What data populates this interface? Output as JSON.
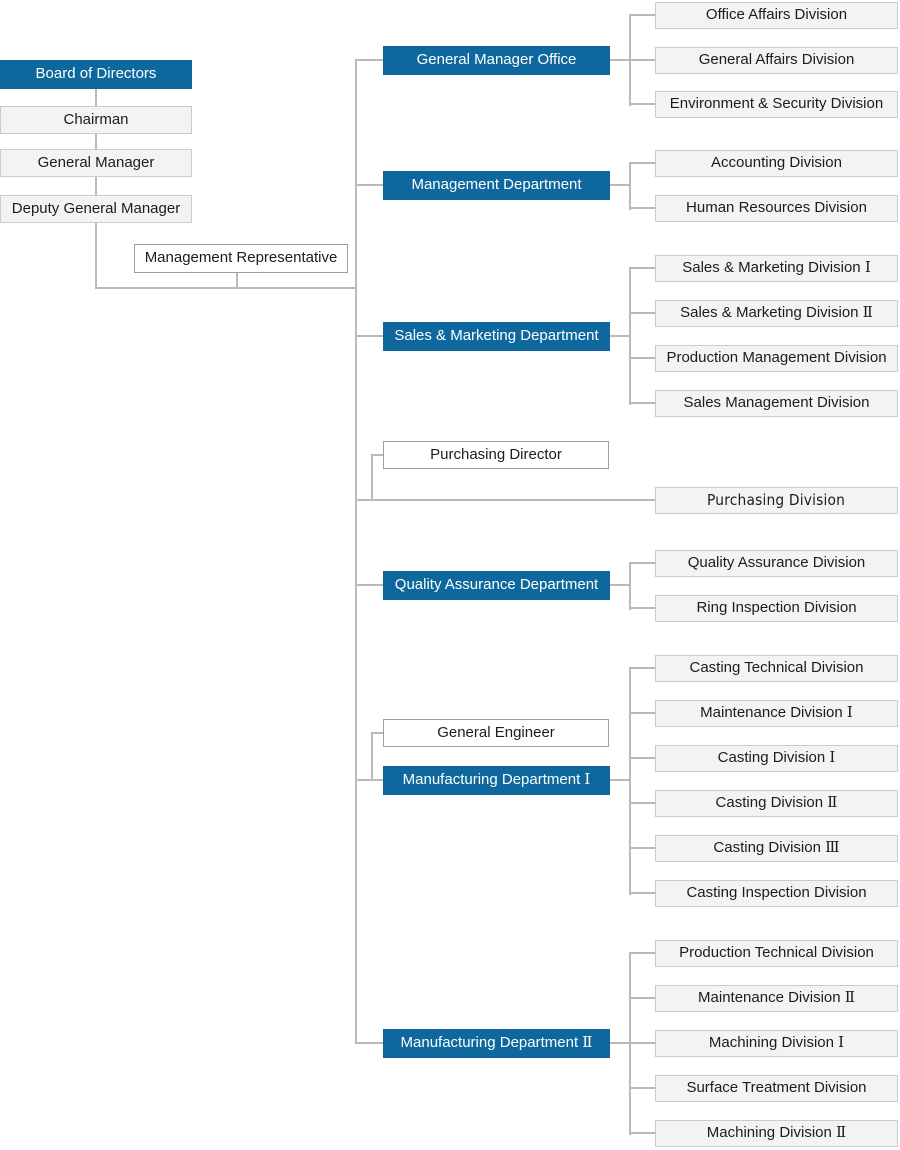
{
  "colors": {
    "primary": "#0E689D",
    "box_fill": "#F1F3F5",
    "box_border": "#C9CCCE",
    "white_box_border": "#9BA0A3",
    "line": "#B9BABC",
    "text_dark": "#1C1C1C",
    "text_light": "#FFFFFF"
  },
  "hierarchy": {
    "board": {
      "label": "Board of Directors"
    },
    "chairman": {
      "label": "Chairman"
    },
    "general_manager": {
      "label": "General Manager"
    },
    "deputy_general_manager": {
      "label": "Deputy General Manager"
    },
    "management_representative": {
      "label": "Management Representative"
    }
  },
  "departments": [
    {
      "label": "General Manager Office",
      "divisions": [
        "Office Affairs Division",
        "General Affairs Division",
        "Environment & Security Division"
      ]
    },
    {
      "label": "Management Department",
      "divisions": [
        "Accounting Division",
        "Human Resources Division"
      ]
    },
    {
      "label": "Sales & Marketing Department",
      "divisions": [
        "Sales & Marketing Division Ⅰ",
        "Sales & Marketing Division Ⅱ",
        "Production Management Division",
        "Sales Management Division"
      ]
    },
    {
      "label": "Purchasing Director",
      "divisions": [
        "Purchasing Division"
      ]
    },
    {
      "label": "Quality Assurance Department",
      "divisions": [
        "Quality Assurance Division",
        "Ring Inspection Division"
      ]
    },
    {
      "label": "General Engineer",
      "divisions": []
    },
    {
      "label": "Manufacturing Department Ⅰ",
      "divisions": [
        "Casting Technical Division",
        "Maintenance Division Ⅰ",
        "Casting Division Ⅰ",
        "Casting Division Ⅱ",
        "Casting Division Ⅲ",
        "Casting Inspection Division"
      ]
    },
    {
      "label": "Manufacturing Department Ⅱ",
      "divisions": [
        "Production Technical Division",
        "Maintenance Division Ⅱ",
        "Machining Division Ⅰ",
        "Surface Treatment Division",
        "Machining Division Ⅱ"
      ]
    }
  ]
}
